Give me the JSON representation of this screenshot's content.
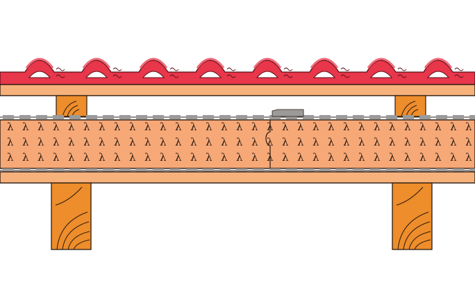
{
  "diagram": {
    "symbol": "λ",
    "colors": {
      "roof_tile": "#e8364a",
      "roof_tile_light": "#f06a78",
      "tile_outline": "#5a1018",
      "batten": "#f7b27c",
      "insulation": "#f6a877",
      "timber": "#ee8d2b",
      "membrane_dash": "#9a9a9a",
      "outline": "#2a1a10"
    },
    "elements": [
      "roof-tiles",
      "tile-battens",
      "counter-battens",
      "vapour-membrane-top",
      "insulation-panel",
      "vapour-membrane-bottom",
      "panel-joint",
      "lower-boarding",
      "rafters"
    ]
  }
}
